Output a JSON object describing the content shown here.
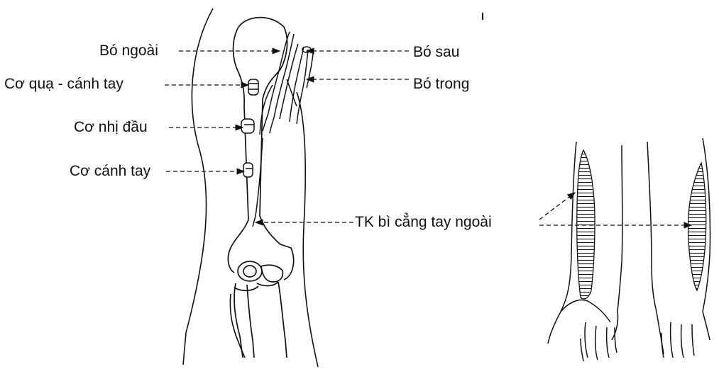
{
  "labels": {
    "lateral_cord": "Bó ngoài",
    "posterior_cord": "Bó sau",
    "coracobrachialis": "Cơ quạ - cánh tay",
    "medial_cord": "Bó trong",
    "biceps": "Cơ nhị đầu",
    "brachialis": "Cơ cánh tay",
    "lateral_antebrachial_cutaneous_nerve": "TK bì cẳng tay ngoài"
  },
  "colors": {
    "ink": "#111111",
    "background": "#ffffff"
  }
}
